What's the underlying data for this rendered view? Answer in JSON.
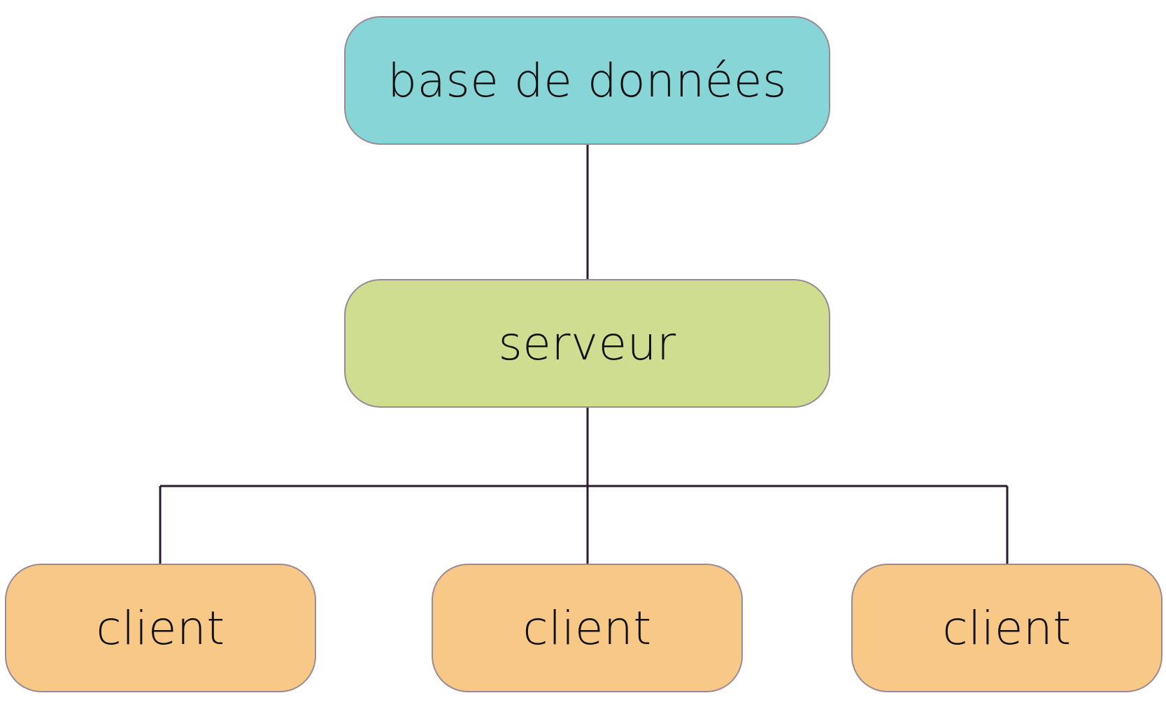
{
  "nodes": {
    "database": {
      "label": "base de données",
      "color": "#88d5d8"
    },
    "server": {
      "label": "serveur",
      "color": "#cedd90"
    },
    "clients": [
      {
        "label": "client",
        "color": "#f7c886"
      },
      {
        "label": "client",
        "color": "#f7c886"
      },
      {
        "label": "client",
        "color": "#f7c886"
      }
    ]
  },
  "connector_color": "#2a1a2e",
  "node_border_color": "#9a8a95"
}
